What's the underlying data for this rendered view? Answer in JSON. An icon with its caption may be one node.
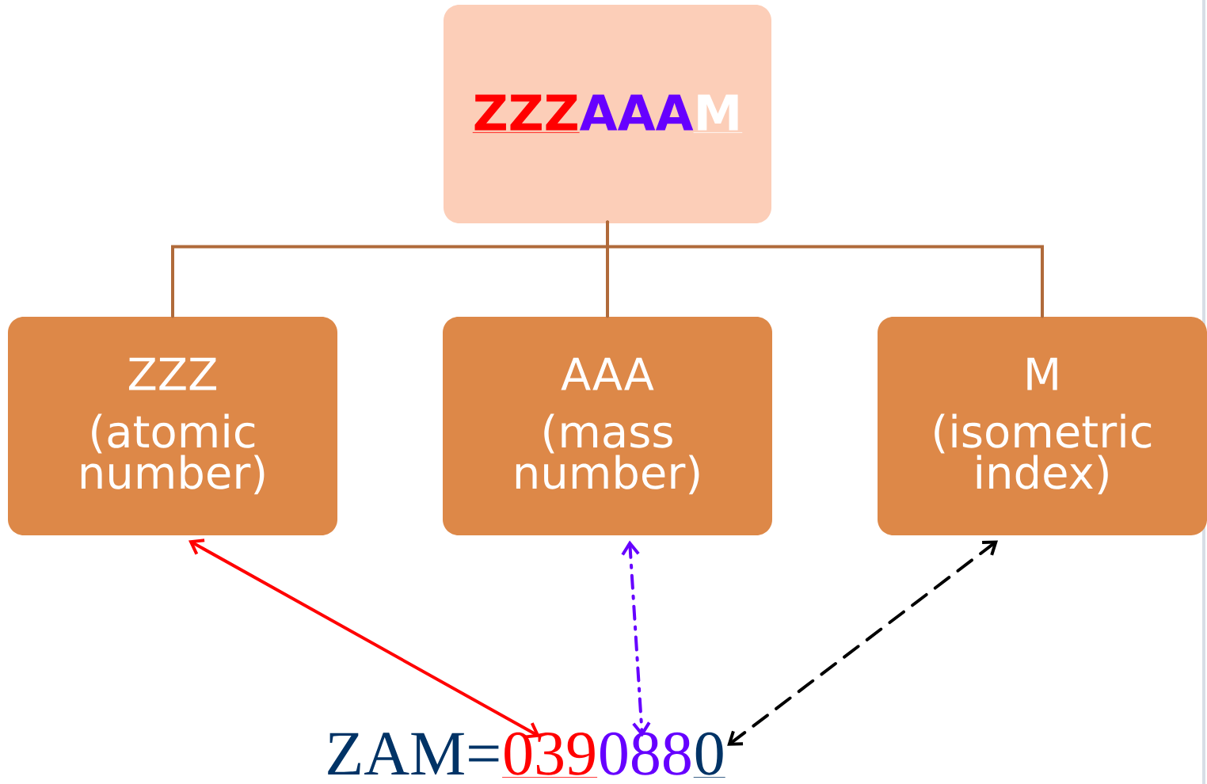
{
  "diagram": {
    "nodes": [
      {
        "text": [
          "ZZZ",
          "AAA",
          "M"
        ]
      },
      {
        "text": [
          "ZZZ",
          "(atomic number)"
        ]
      },
      {
        "text": [
          "AAA",
          "(mass number)"
        ]
      },
      {
        "text": [
          "M",
          "(isometric index)"
        ]
      },
      {
        "text": [
          "039"
        ]
      },
      {
        "text": [
          "088"
        ]
      },
      {
        "text": [
          "0"
        ]
      }
    ],
    "edges": [
      {
        "from": 0,
        "to": 1,
        "arrow": "none",
        "color": "#b06a3a"
      },
      {
        "from": 0,
        "to": 2,
        "arrow": "none",
        "color": "#b06a3a"
      },
      {
        "from": 0,
        "to": 3,
        "arrow": "none",
        "color": "#b06a3a"
      },
      {
        "from": 1,
        "to": 4,
        "arrow": "both",
        "color": "#ff0000"
      },
      {
        "from": 2,
        "to": 5,
        "arrow": "both",
        "style": "dashed",
        "color": "#6600ff"
      },
      {
        "from": 3,
        "to": 6,
        "arrow": "both",
        "style": "dashed",
        "color": "#000000"
      }
    ],
    "labels": [
      "ZAM="
    ]
  }
}
